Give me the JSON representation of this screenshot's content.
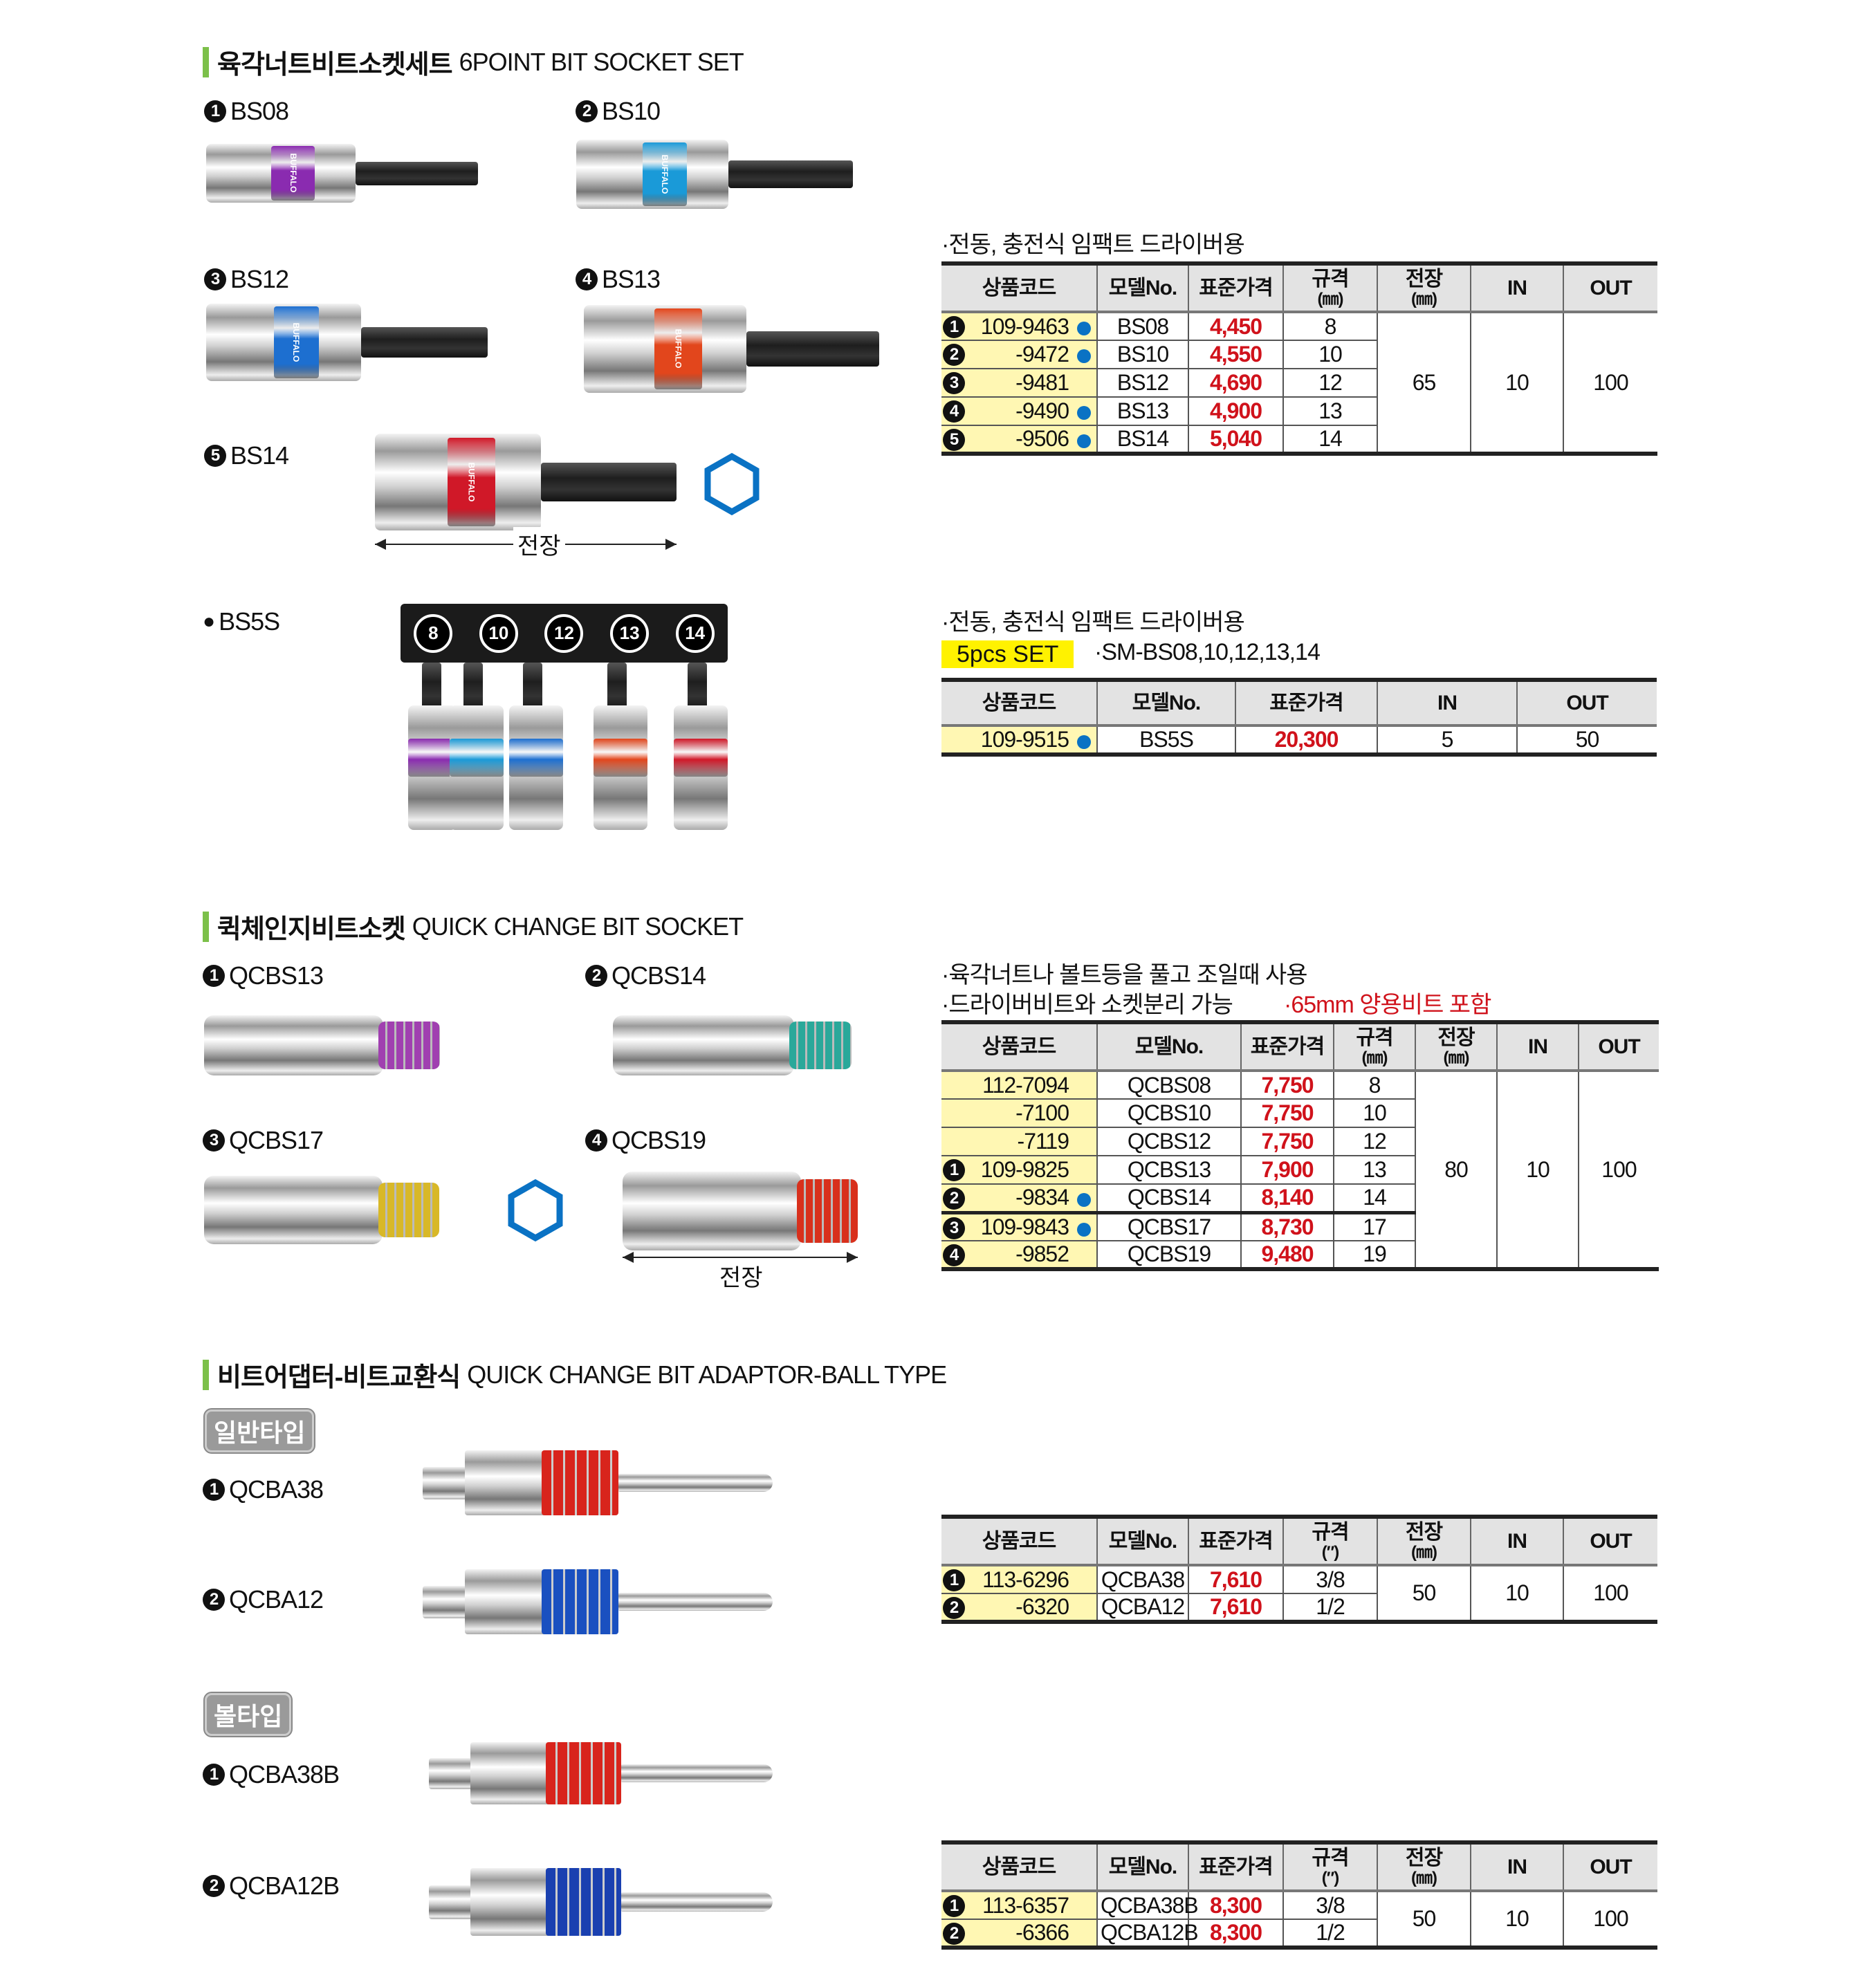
{
  "colors": {
    "accent_green": "#7cc04a",
    "price_red": "#d0121b",
    "code_yellow": "#fff7b3",
    "dot_blue": "#0a72c4"
  },
  "section1": {
    "title_ko": "육각너트비트소켓세트",
    "title_en": "6POINT BIT SOCKET SET",
    "items": [
      {
        "marker": "1",
        "model": "BS08",
        "band": "#8a2bb0"
      },
      {
        "marker": "2",
        "model": "BS10",
        "band": "#1a9ad8"
      },
      {
        "marker": "3",
        "model": "BS12",
        "band": "#1d6fd0"
      },
      {
        "marker": "4",
        "model": "BS13",
        "band": "#e2461c"
      },
      {
        "marker": "5",
        "model": "BS14",
        "band": "#d01828"
      }
    ],
    "band_text": "BUFFALO",
    "dimension_label": "전장",
    "note": "·전동, 충전식 임팩트 드라이버용",
    "table": {
      "headers": [
        {
          "label": "상품코드"
        },
        {
          "label": "모델No."
        },
        {
          "label": "표준가격"
        },
        {
          "label": "규격",
          "unit": "(㎜)"
        },
        {
          "label": "전장",
          "unit": "(㎜)"
        },
        {
          "label": "IN"
        },
        {
          "label": "OUT"
        }
      ],
      "rows": [
        {
          "marker": "1",
          "code": "109-9463",
          "dot": true,
          "model": "BS08",
          "price": "4,450",
          "size": "8"
        },
        {
          "marker": "2",
          "code": "-9472",
          "dot": true,
          "model": "BS10",
          "price": "4,550",
          "size": "10"
        },
        {
          "marker": "3",
          "code": "-9481",
          "dot": false,
          "model": "BS12",
          "price": "4,690",
          "size": "12"
        },
        {
          "marker": "4",
          "code": "-9490",
          "dot": true,
          "model": "BS13",
          "price": "4,900",
          "size": "13"
        },
        {
          "marker": "5",
          "code": "-9506",
          "dot": true,
          "model": "BS14",
          "price": "5,040",
          "size": "14"
        }
      ],
      "merged": {
        "length": "65",
        "in": "10",
        "out": "100"
      }
    },
    "set": {
      "label": "BS5S",
      "sizes": [
        "8",
        "10",
        "12",
        "13",
        "14"
      ],
      "note": "·전동, 충전식 임팩트 드라이버용",
      "badge": "5pcs SET",
      "contents": "·SM-BS08,10,12,13,14",
      "table": {
        "headers": [
          {
            "label": "상품코드"
          },
          {
            "label": "모델No."
          },
          {
            "label": "표준가격"
          },
          {
            "label": "IN"
          },
          {
            "label": "OUT"
          }
        ],
        "rows": [
          {
            "code": "109-9515",
            "dot": true,
            "model": "BS5S",
            "price": "20,300",
            "in": "5",
            "out": "50"
          }
        ]
      }
    }
  },
  "section2": {
    "title_ko": "퀵체인지비트소켓",
    "title_en": "QUICK CHANGE BIT SOCKET",
    "items": [
      {
        "marker": "1",
        "model": "QCBS13",
        "band": "#a040b0"
      },
      {
        "marker": "2",
        "model": "QCBS14",
        "band": "#2aa89a"
      },
      {
        "marker": "3",
        "model": "QCBS17",
        "band": "#d8b828"
      },
      {
        "marker": "4",
        "model": "QCBS19",
        "band": "#d8301c"
      }
    ],
    "dimension_label": "전장",
    "note1": "·육각너트나 볼트등을 풀고 조일때 사용",
    "note2": "·드라이버비트와 소켓분리 가능",
    "note3": "·65mm 양용비트 포함",
    "table": {
      "headers": [
        {
          "label": "상품코드"
        },
        {
          "label": "모델No."
        },
        {
          "label": "표준가격"
        },
        {
          "label": "규격",
          "unit": "(㎜)"
        },
        {
          "label": "전장",
          "unit": "(㎜)"
        },
        {
          "label": "IN"
        },
        {
          "label": "OUT"
        }
      ],
      "rows": [
        {
          "marker": "",
          "code": "112-7094",
          "dot": false,
          "model": "QCBS08",
          "price": "7,750",
          "size": "8"
        },
        {
          "marker": "",
          "code": "-7100",
          "dot": false,
          "model": "QCBS10",
          "price": "7,750",
          "size": "10"
        },
        {
          "marker": "",
          "code": "-7119",
          "dot": false,
          "model": "QCBS12",
          "price": "7,750",
          "size": "12"
        },
        {
          "marker": "1",
          "code": "109-9825",
          "dot": false,
          "model": "QCBS13",
          "price": "7,900",
          "size": "13"
        },
        {
          "marker": "2",
          "code": "-9834",
          "dot": true,
          "model": "QCBS14",
          "price": "8,140",
          "size": "14"
        },
        {
          "marker": "3",
          "code": "109-9843",
          "dot": true,
          "model": "QCBS17",
          "price": "8,730",
          "size": "17"
        },
        {
          "marker": "4",
          "code": "-9852",
          "dot": false,
          "model": "QCBS19",
          "price": "9,480",
          "size": "19"
        }
      ],
      "merged": {
        "length": "80",
        "in": "10",
        "out": "100"
      }
    }
  },
  "section3": {
    "title_ko": "비트어댑터-비트교환식",
    "title_en": "QUICK CHANGE BIT ADAPTOR-BALL TYPE",
    "normal": {
      "badge": "일반타입",
      "items": [
        {
          "marker": "1",
          "model": "QCBA38",
          "band": "#d8241c"
        },
        {
          "marker": "2",
          "model": "QCBA12",
          "band": "#1a50c0"
        }
      ],
      "table": {
        "headers": [
          {
            "label": "상품코드"
          },
          {
            "label": "모델No."
          },
          {
            "label": "표준가격"
          },
          {
            "label": "규격",
            "unit": "(″)"
          },
          {
            "label": "전장",
            "unit": "(㎜)"
          },
          {
            "label": "IN"
          },
          {
            "label": "OUT"
          }
        ],
        "rows": [
          {
            "marker": "1",
            "code": "113-6296",
            "dot": false,
            "model": "QCBA38",
            "price": "7,610",
            "size": "3/8"
          },
          {
            "marker": "2",
            "code": "-6320",
            "dot": false,
            "model": "QCBA12",
            "price": "7,610",
            "size": "1/2"
          }
        ],
        "merged": {
          "length": "50",
          "in": "10",
          "out": "100"
        }
      }
    },
    "ball": {
      "badge": "볼타입",
      "items": [
        {
          "marker": "1",
          "model": "QCBA38B",
          "band": "#d8241c"
        },
        {
          "marker": "2",
          "model": "QCBA12B",
          "band": "#1a40b0"
        }
      ],
      "table": {
        "headers": [
          {
            "label": "상품코드"
          },
          {
            "label": "모델No."
          },
          {
            "label": "표준가격"
          },
          {
            "label": "규격",
            "unit": "(″)"
          },
          {
            "label": "전장",
            "unit": "(㎜)"
          },
          {
            "label": "IN"
          },
          {
            "label": "OUT"
          }
        ],
        "rows": [
          {
            "marker": "1",
            "code": "113-6357",
            "dot": false,
            "model": "QCBA38B",
            "price": "8,300",
            "size": "3/8"
          },
          {
            "marker": "2",
            "code": "-6366",
            "dot": false,
            "model": "QCBA12B",
            "price": "8,300",
            "size": "1/2"
          }
        ],
        "merged": {
          "length": "50",
          "in": "10",
          "out": "100"
        }
      }
    }
  }
}
